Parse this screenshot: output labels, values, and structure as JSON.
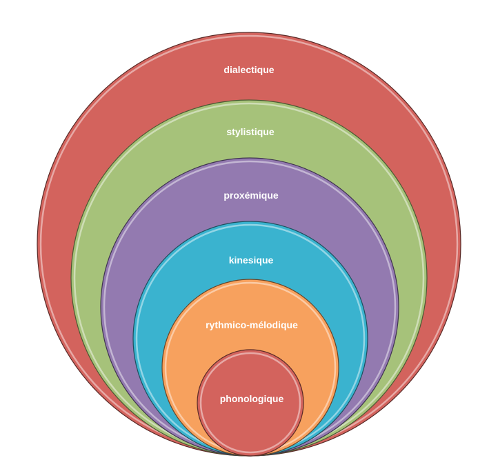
{
  "diagram": {
    "rings": [
      {
        "label": "dialectique",
        "color": "#d3635d"
      },
      {
        "label": "stylistique",
        "color": "#a6c27a"
      },
      {
        "label": "proxémique",
        "color": "#937ab0"
      },
      {
        "label": "kinesique",
        "color": "#3ab3cf"
      },
      {
        "label": "rythmico-mélodique",
        "color": "#f7a15e"
      },
      {
        "label": "phonologique",
        "color": "#d3635d"
      }
    ]
  }
}
